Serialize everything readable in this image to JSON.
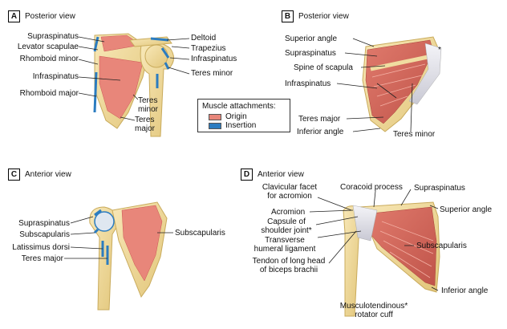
{
  "panels": {
    "A": {
      "letter": "A",
      "view": "Posterior view",
      "labels": {
        "supraspinatus": "Supraspinatus",
        "levator": "Levator scapulae",
        "rhomboid_minor": "Rhomboid minor",
        "infraspinatus_left": "Infraspinatus",
        "rhomboid_major": "Rhomboid major",
        "deltoid": "Deltoid",
        "trapezius": "Trapezius",
        "infraspinatus_right": "Infraspinatus",
        "teres_minor_right": "Teres minor",
        "teres_minor_inner": "Teres\nminor",
        "teres_major_inner": "Teres\nmajor"
      }
    },
    "B": {
      "letter": "B",
      "view": "Posterior view",
      "labels": {
        "superior_angle": "Superior angle",
        "supraspinatus": "Supraspinatus",
        "spine": "Spine of scapula",
        "infraspinatus": "Infraspinatus",
        "teres_major": "Teres major",
        "inferior_angle": "Inferior angle",
        "teres_minor": "Teres minor",
        "asterisk": "*"
      }
    },
    "C": {
      "letter": "C",
      "view": "Anterior view",
      "labels": {
        "supraspinatus": "Supraspinatus",
        "subscapularis_left": "Subscapularis",
        "latissimus": "Latissimus dorsi",
        "teres_major": "Teres major",
        "subscapularis_right": "Subscapularis"
      }
    },
    "D": {
      "letter": "D",
      "view": "Anterior view",
      "labels": {
        "clavicular_facet": "Clavicular facet\nfor acromion",
        "coracoid": "Coracoid process",
        "supraspinatus": "Supraspinatus",
        "superior_angle": "Superior angle",
        "acromion": "Acromion",
        "capsule": "Capsule of\nshoulder joint*",
        "transverse": "Transverse\nhumeral ligament",
        "subscapularis": "Subscapularis",
        "tendon": "Tendon of long head\nof biceps brachii",
        "inferior_angle": "Inferior angle",
        "cuff": "Musculotendinous*\nrotator cuff"
      }
    }
  },
  "legend": {
    "title": "Muscle attachments:",
    "origin": "Origin",
    "insertion": "Insertion",
    "origin_color": "#e8867a",
    "insertion_color": "#2b7cc0"
  },
  "colors": {
    "bone": "#f0dca0",
    "bone_edge": "#c9ab5c",
    "muscle": "#d96a5e",
    "muscle_light": "#e8988a",
    "tendon": "#e6e6ec"
  }
}
